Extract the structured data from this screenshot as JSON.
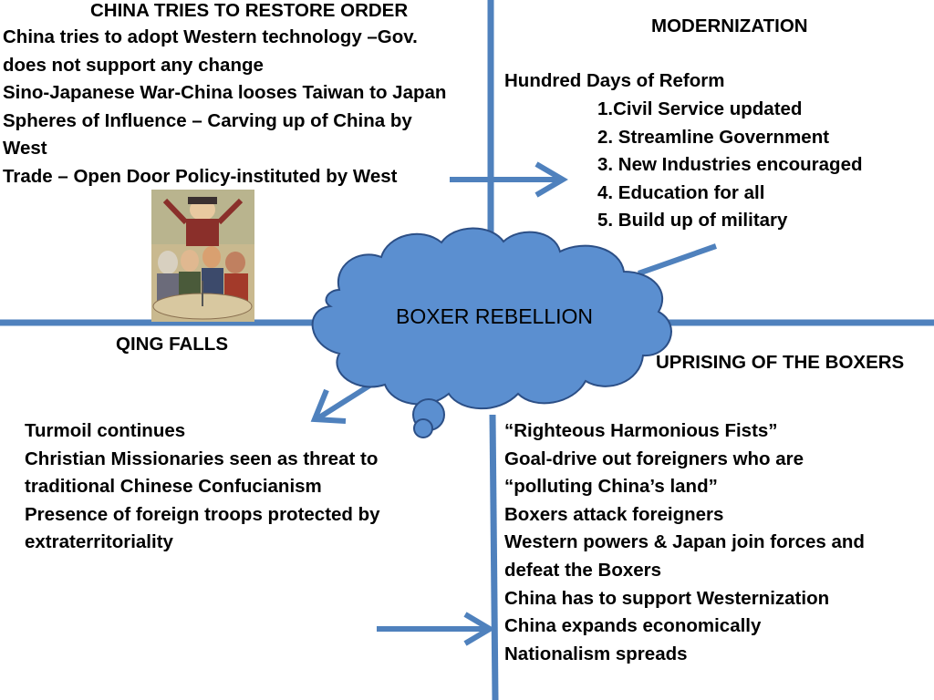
{
  "quadrants": {
    "top_left": {
      "heading": "CHINA TRIES TO RESTORE ORDER",
      "lines": [
        "China tries to adopt Western technology –Gov.",
        "does not support any change",
        "Sino-Japanese War-China looses Taiwan to Japan",
        "Spheres of Influence – Carving up of China by",
        "West",
        "Trade – Open Door Policy-instituted by West"
      ]
    },
    "top_right": {
      "heading": "MODERNIZATION",
      "intro": "Hundred Days of Reform",
      "items": [
        "1.Civil Service updated",
        "2. Streamline Government",
        "3. New Industries encouraged",
        "4. Education for all",
        "5. Build up of military"
      ]
    },
    "center": {
      "label": "BOXER REBELLION"
    },
    "bottom_left": {
      "heading": "QING FALLS",
      "lines": [
        "Turmoil continues",
        "Christian Missionaries seen as threat to",
        "traditional Chinese Confucianism",
        "Presence of foreign troops protected by",
        "extraterritoriality"
      ]
    },
    "bottom_right": {
      "heading": "UPRISING OF THE BOXERS",
      "lines": [
        "“Righteous Harmonious Fists”",
        "Goal-drive out foreigners who are",
        "“polluting China’s land”",
        "Boxers attack foreigners",
        "Western powers & Japan join forces and",
        "defeat the Boxers",
        "China has to support Westernization",
        "China expands economically",
        "Nationalism spreads"
      ]
    }
  },
  "colors": {
    "axis": "#4f81bd",
    "cloud_fill": "#5b8fd0",
    "cloud_stroke": "#2c4f86"
  },
  "image": {
    "description_icon": "political-cartoon-carving-china"
  }
}
